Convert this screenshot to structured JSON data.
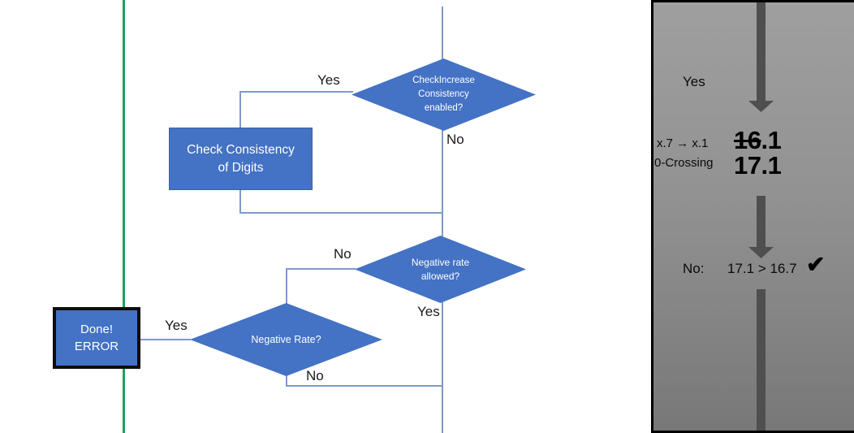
{
  "flowchart": {
    "diamond_check_increase": {
      "line1": "CheckIncrease",
      "line2": "Consistency",
      "line3": "enabled?"
    },
    "process_check_consistency": {
      "line1": "Check Consistency",
      "line2": "of Digits"
    },
    "diamond_negative_rate_allowed": {
      "line1": "Negative rate",
      "line2": "allowed?"
    },
    "diamond_negative_rate": {
      "label": "Negative Rate?"
    },
    "done_box": {
      "line1": "Done!",
      "line2": "ERROR"
    },
    "edge_labels": {
      "check_increase_yes": "Yes",
      "check_increase_no": "No",
      "rate_allowed_no": "No",
      "rate_allowed_yes": "Yes",
      "negative_rate_yes": "Yes",
      "negative_rate_no": "No"
    }
  },
  "side_panel": {
    "yes_label": "Yes",
    "note_line1": "x.7 → x.1",
    "note_line2": "0-Crossing",
    "old_value_struck": "16",
    "old_value_rest": ".1",
    "new_value": "17.1",
    "result_label": "No:",
    "result_comparison": "17.1 > 16.7",
    "checkmark": "✔"
  },
  "colors": {
    "shape_blue": "#4472C4",
    "connector_blue": "#7E9AC8",
    "divider_green": "#15A75A",
    "panel_arrow_gray": "#4F4F4F",
    "done_border_black": "#0D0D0D"
  }
}
